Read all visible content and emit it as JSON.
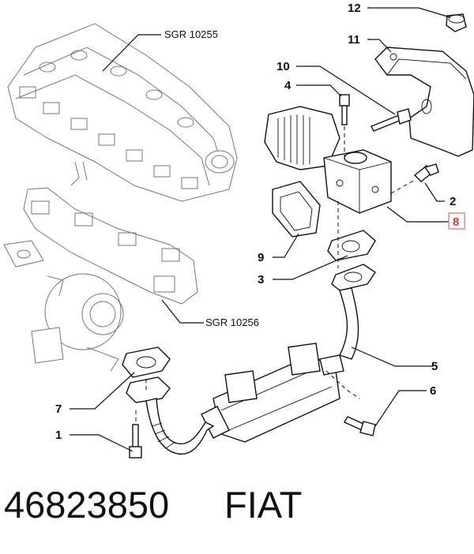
{
  "diagram": {
    "refs": {
      "top": "SGR 10255",
      "mid": "SGR 10256"
    },
    "callouts": {
      "c1": "1",
      "c2": "2",
      "c3": "3",
      "c4": "4",
      "c5": "5",
      "c6": "6",
      "c7": "7",
      "c8": "8",
      "c9": "9",
      "c10": "10",
      "c11": "11",
      "c12": "12"
    },
    "highlighted_callout": "8",
    "highlight_color": "#d23a3a"
  },
  "footer": {
    "part_number": "46823850",
    "brand": "FIAT"
  }
}
